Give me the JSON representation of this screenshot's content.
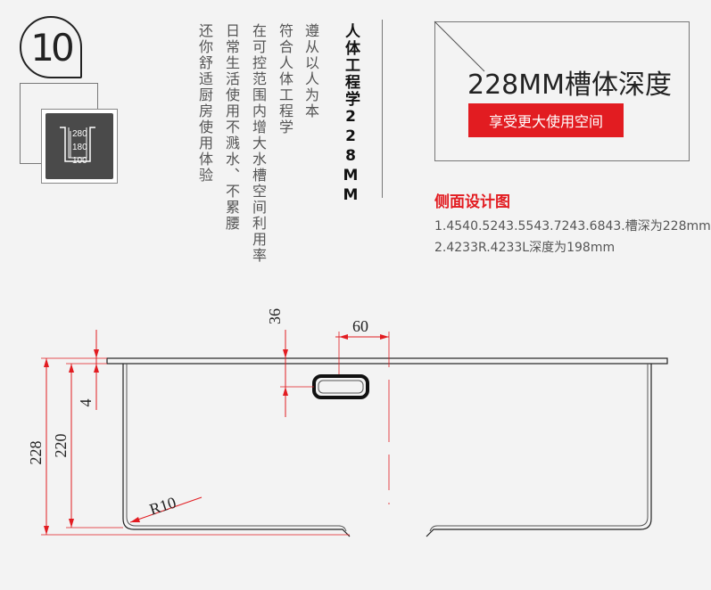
{
  "badge": {
    "number": "10"
  },
  "thumbnail": {
    "labels": [
      "280",
      "180",
      "100"
    ]
  },
  "columns": [
    {
      "text": "人体工程学228MM"
    },
    {
      "text": "遵从以人为本"
    },
    {
      "text": "符合人体工程学"
    },
    {
      "text": "在可控范围内增大水槽空间利用率"
    },
    {
      "text": "日常生活使用不溅水、不累腰"
    },
    {
      "text": "还你舒适厨房使用体验"
    }
  ],
  "headline": {
    "title": "228MM槽体深度",
    "button": "享受更大使用空间"
  },
  "side": {
    "title": "侧面设计图",
    "lines": [
      "1.4540.5243.5543.7243.6843.槽深为228mm",
      "2.4233R.4233L深度为198mm"
    ]
  },
  "dimensions": {
    "d36": "36",
    "d60": "60",
    "d4": "4",
    "d228": "228",
    "d220": "220",
    "r10": "R10"
  },
  "colors": {
    "accent": "#e21c21",
    "dim_line": "#e21c21"
  }
}
